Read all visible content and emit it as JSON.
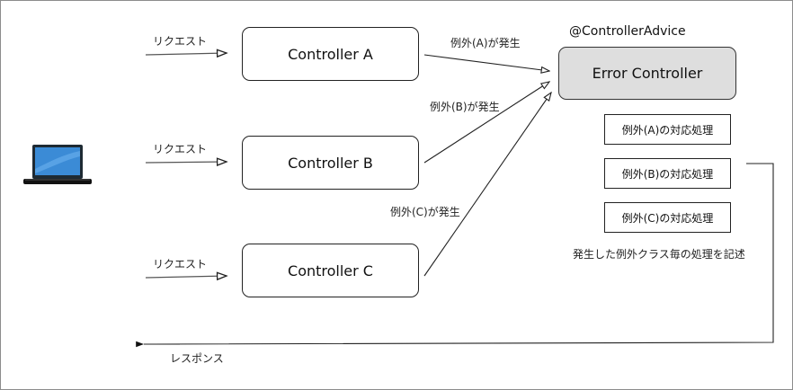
{
  "diagram": {
    "client": {
      "icon": "laptop-icon"
    },
    "request_label": "リクエスト",
    "response_label": "レスポンス",
    "controllers": [
      {
        "name": "Controller A",
        "exception_label": "例外(A)が発生"
      },
      {
        "name": "Controller B",
        "exception_label": "例外(B)が発生"
      },
      {
        "name": "Controller C",
        "exception_label": "例外(C)が発生"
      }
    ],
    "advice": {
      "annotation": "@ControllerAdvice",
      "name": "Error Controller",
      "fill_color": "#dedede",
      "handlers": [
        "例外(A)の対応処理",
        "例外(B)の対応処理",
        "例外(C)の対応処理"
      ],
      "note": "発生した例外クラス毎の処理を記述"
    }
  }
}
